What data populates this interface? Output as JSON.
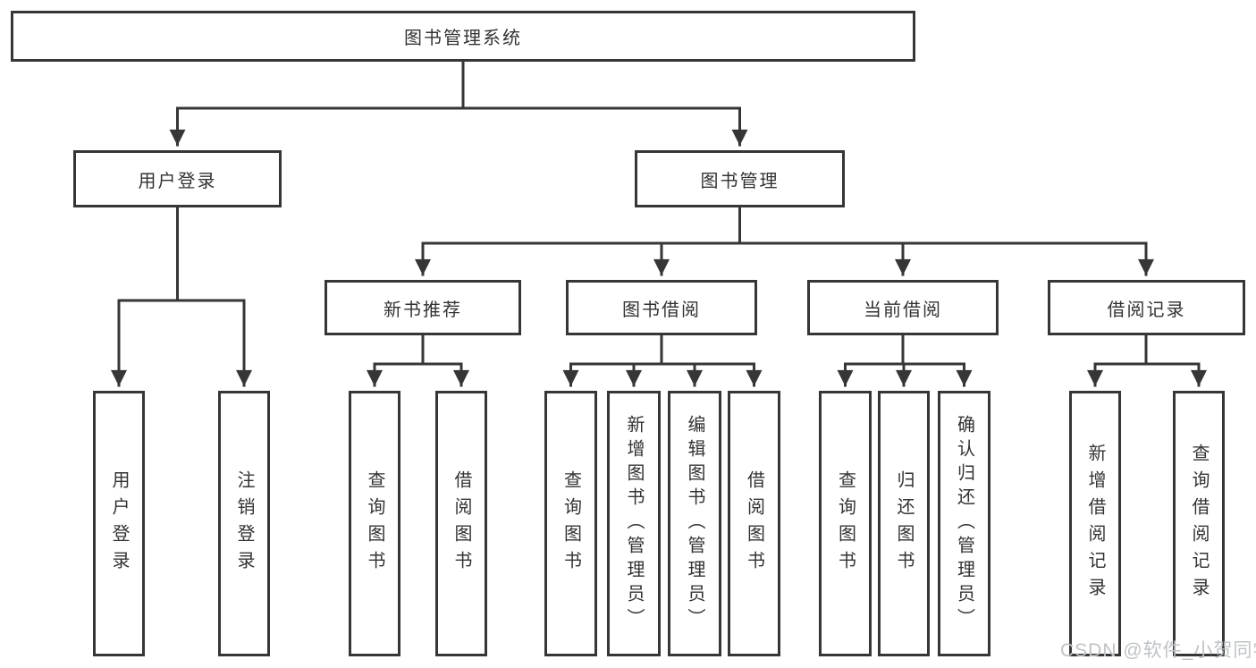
{
  "diagram": {
    "title": "图书管理系统",
    "type": "hierarchy-tree",
    "colors": {
      "line": "#363636",
      "border": "#363636",
      "text": "#333333",
      "background": "#ffffff",
      "watermark": "#bfc3c6"
    },
    "tree": {
      "label": "图书管理系统",
      "children": [
        {
          "label": "用户登录",
          "children": [
            {
              "label": "用户登录"
            },
            {
              "label": "注销登录"
            }
          ]
        },
        {
          "label": "图书管理",
          "children": [
            {
              "label": "新书推荐",
              "children": [
                {
                  "label": "查询图书"
                },
                {
                  "label": "借阅图书"
                }
              ]
            },
            {
              "label": "图书借阅",
              "children": [
                {
                  "label": "查询图书"
                },
                {
                  "label": "新增图书（管理员）"
                },
                {
                  "label": "编辑图书（管理员）"
                },
                {
                  "label": "借阅图书"
                }
              ]
            },
            {
              "label": "当前借阅",
              "children": [
                {
                  "label": "查询图书"
                },
                {
                  "label": "归还图书"
                },
                {
                  "label": "确认归还（管理员）"
                }
              ]
            },
            {
              "label": "借阅记录",
              "children": [
                {
                  "label": "新增借阅记录"
                },
                {
                  "label": "查询借阅记录"
                }
              ]
            }
          ]
        }
      ]
    },
    "watermark": "CSDN @软件_小贺同学"
  }
}
